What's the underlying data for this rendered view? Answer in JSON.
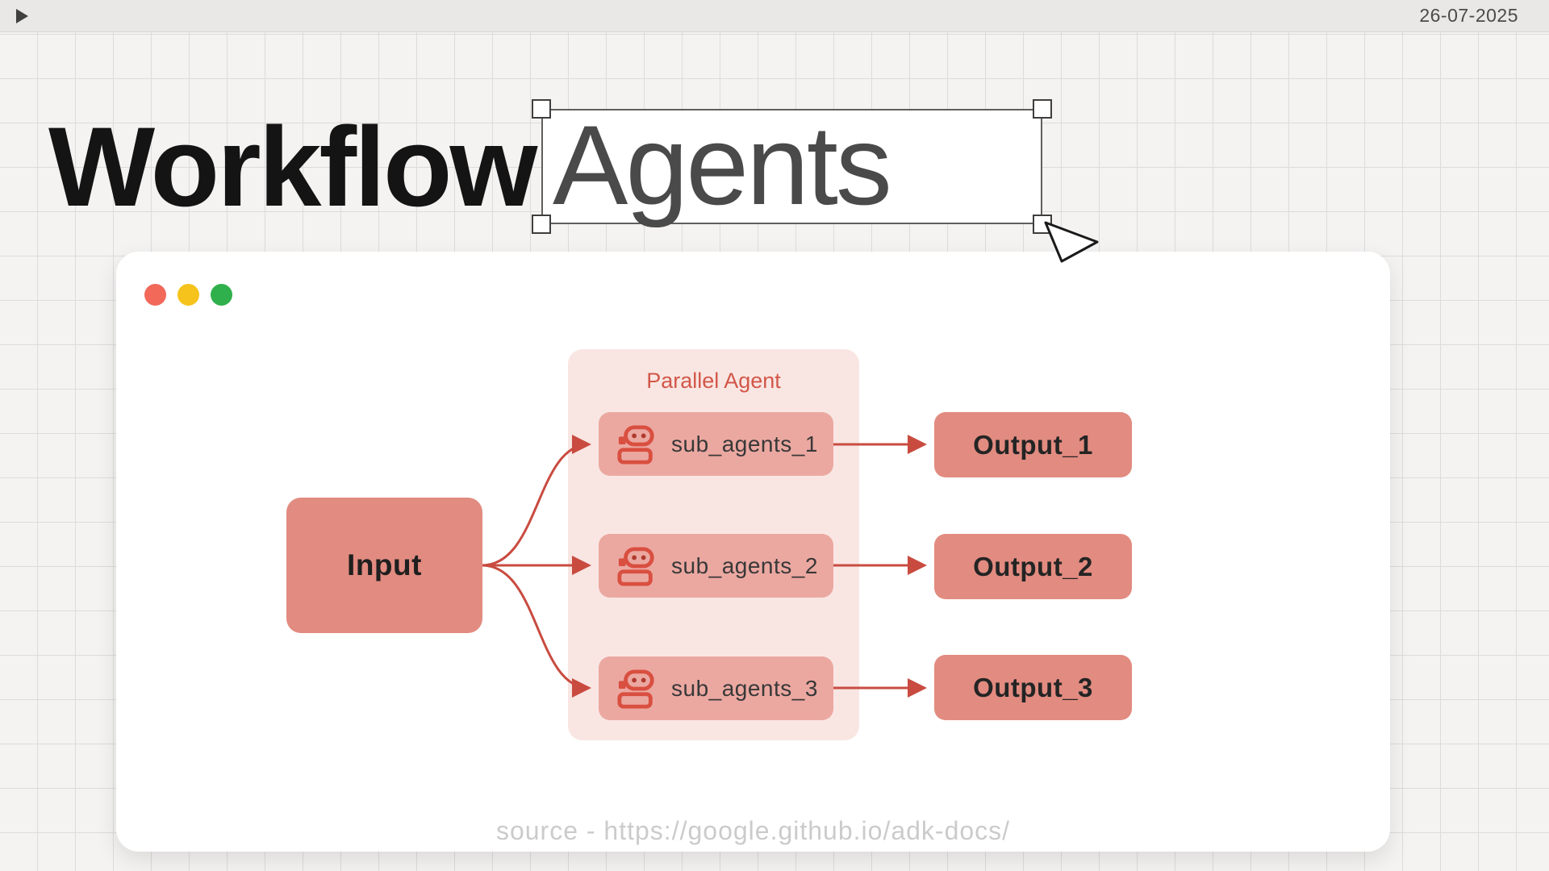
{
  "topbar": {
    "date": "26-07-2025"
  },
  "canvas": {
    "title_left": "Workflow",
    "textbox_text": "Agents"
  },
  "card": {
    "traffic_lights": [
      {
        "name": "close",
        "color": "#f2695a"
      },
      {
        "name": "minimize",
        "color": "#f6c31c"
      },
      {
        "name": "maximize",
        "color": "#2fb04c"
      }
    ],
    "source_caption": "source - https://google.github.io/adk-docs/"
  },
  "diagram": {
    "input_label": "Input",
    "group_label": "Parallel Agent",
    "sub_agents": [
      "sub_agents_1",
      "sub_agents_2",
      "sub_agents_3"
    ],
    "outputs": [
      "Output_1",
      "Output_2",
      "Output_3"
    ],
    "accent_color": "#c94b40",
    "box_color": "#e28b80",
    "sub_box_color": "#eba8a1",
    "group_color": "#f9e6e3",
    "connections": [
      {
        "from": "Input",
        "to": "sub_agents_1"
      },
      {
        "from": "Input",
        "to": "sub_agents_2"
      },
      {
        "from": "Input",
        "to": "sub_agents_3"
      },
      {
        "from": "sub_agents_1",
        "to": "Output_1"
      },
      {
        "from": "sub_agents_2",
        "to": "Output_2"
      },
      {
        "from": "sub_agents_3",
        "to": "Output_3"
      }
    ]
  }
}
